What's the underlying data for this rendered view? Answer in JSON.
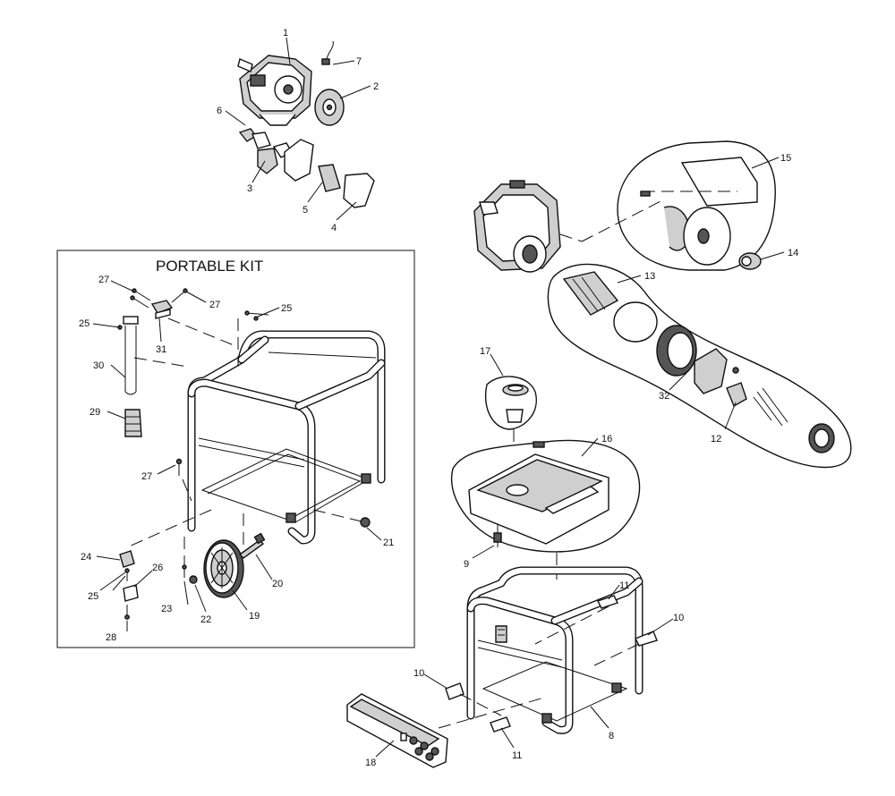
{
  "kit_title": "PORTABLE KIT",
  "callouts": {
    "c1": "1",
    "c2": "2",
    "c3": "3",
    "c4": "4",
    "c5": "5",
    "c6": "6",
    "c7": "7",
    "c8": "8",
    "c9": "9",
    "c10a": "10",
    "c10b": "10",
    "c11a": "11",
    "c11b": "11",
    "c12": "12",
    "c13": "13",
    "c14": "14",
    "c15": "15",
    "c16": "16",
    "c17": "17",
    "c18": "18",
    "c19": "19",
    "c20": "20",
    "c21": "21",
    "c22": "22",
    "c23": "23",
    "c24": "24",
    "c25a": "25",
    "c25b": "25",
    "c25c": "25",
    "c26": "26",
    "c27a": "27",
    "c27b": "27",
    "c27c": "27",
    "c28": "28",
    "c29": "29",
    "c30": "30",
    "c31": "31",
    "c32": "32"
  },
  "icons": {
    "engine": "engine-icon",
    "alternator": "alternator-icon",
    "frame": "frame-icon",
    "wheel": "wheel-icon",
    "fuel_tank": "fuel-tank-icon",
    "control_panel": "control-panel-icon"
  }
}
